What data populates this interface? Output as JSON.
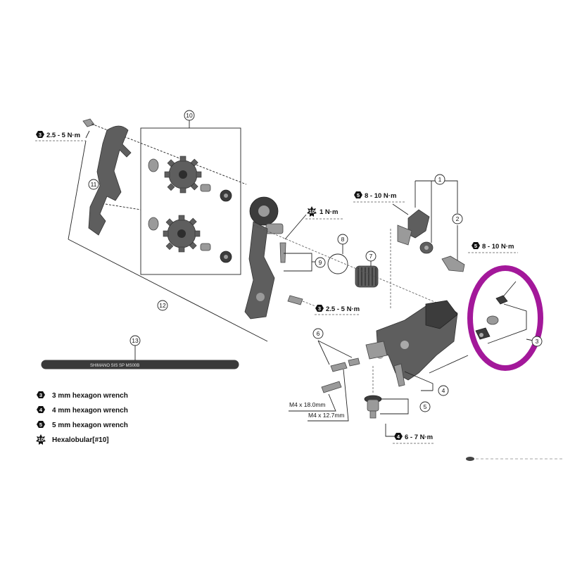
{
  "callouts": {
    "c1": "1",
    "c2": "2",
    "c3": "3",
    "c4": "4",
    "c5": "5",
    "c6": "6",
    "c7": "7",
    "c8": "8",
    "c9": "9",
    "c10": "10",
    "c11": "11",
    "c12": "12",
    "c13": "13"
  },
  "torque": {
    "t_pulley_bolt": "2.5 - 5 N·m",
    "t_cage_bolt": "2.5 - 5 N·m",
    "t_hexalobular": "1 N·m",
    "t_bracket": "8 - 10 N·m",
    "t_axle": "8 - 10 N·m",
    "t_mount": "6 - 7 N·m"
  },
  "badges": {
    "b3": "3",
    "b4": "4",
    "b5": "5",
    "b10": "10"
  },
  "screws": {
    "long": "M4 x 18.0mm",
    "short": "M4 x 12.7mm"
  },
  "cable_text": "SHIMANO SIS  SP MS00B",
  "legend": [
    {
      "badge": "3",
      "text": "3 mm hexagon wrench"
    },
    {
      "badge": "4",
      "text": "4 mm hexagon wrench"
    },
    {
      "badge": "5",
      "text": "5 mm hexagon wrench"
    },
    {
      "badge": "10",
      "text": "Hexalobular[#10]"
    }
  ],
  "colors": {
    "highlight": "#a3189a",
    "part": "#5e5e5e",
    "line": "#222222"
  }
}
